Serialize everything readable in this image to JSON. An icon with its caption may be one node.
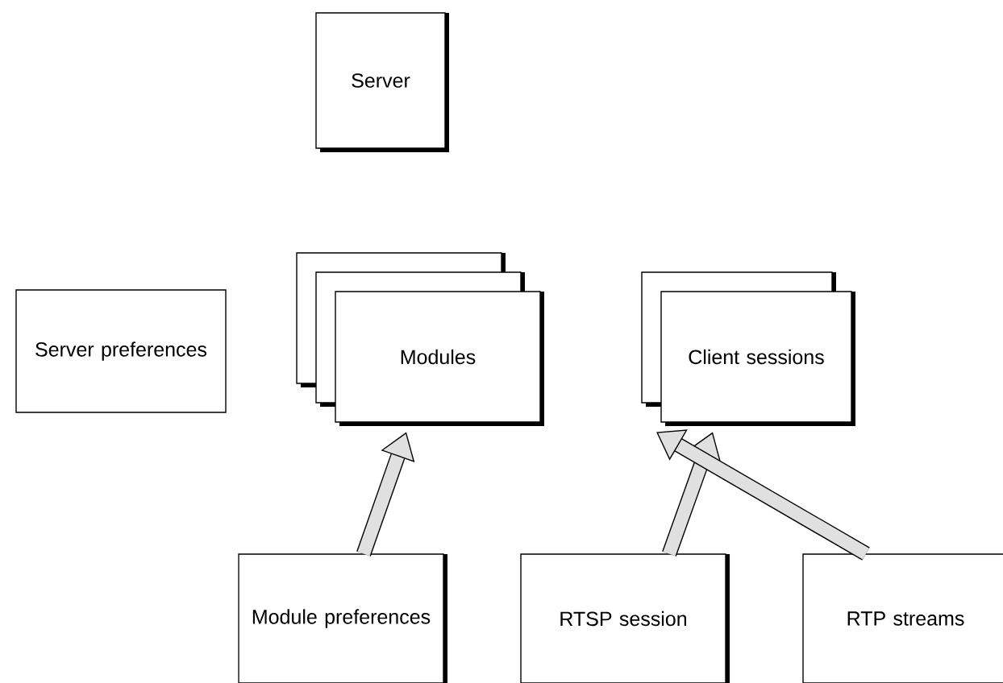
{
  "diagram": {
    "nodes": [
      {
        "text": [
          "Server"
        ]
      },
      {
        "text": [
          "Server preferences"
        ]
      },
      {
        "text": [
          "Modules"
        ]
      },
      {
        "text": [
          "Client sessions"
        ]
      },
      {
        "text": [
          "Module preferences"
        ]
      },
      {
        "text": [
          "RTSP session"
        ]
      },
      {
        "text": [
          "RTP streams"
        ]
      }
    ],
    "edges": [
      {
        "from": 4,
        "to": 2,
        "arrow": "to"
      },
      {
        "from": 5,
        "to": 3,
        "arrow": "to"
      },
      {
        "from": 6,
        "to": 3,
        "arrow": "to"
      }
    ]
  }
}
